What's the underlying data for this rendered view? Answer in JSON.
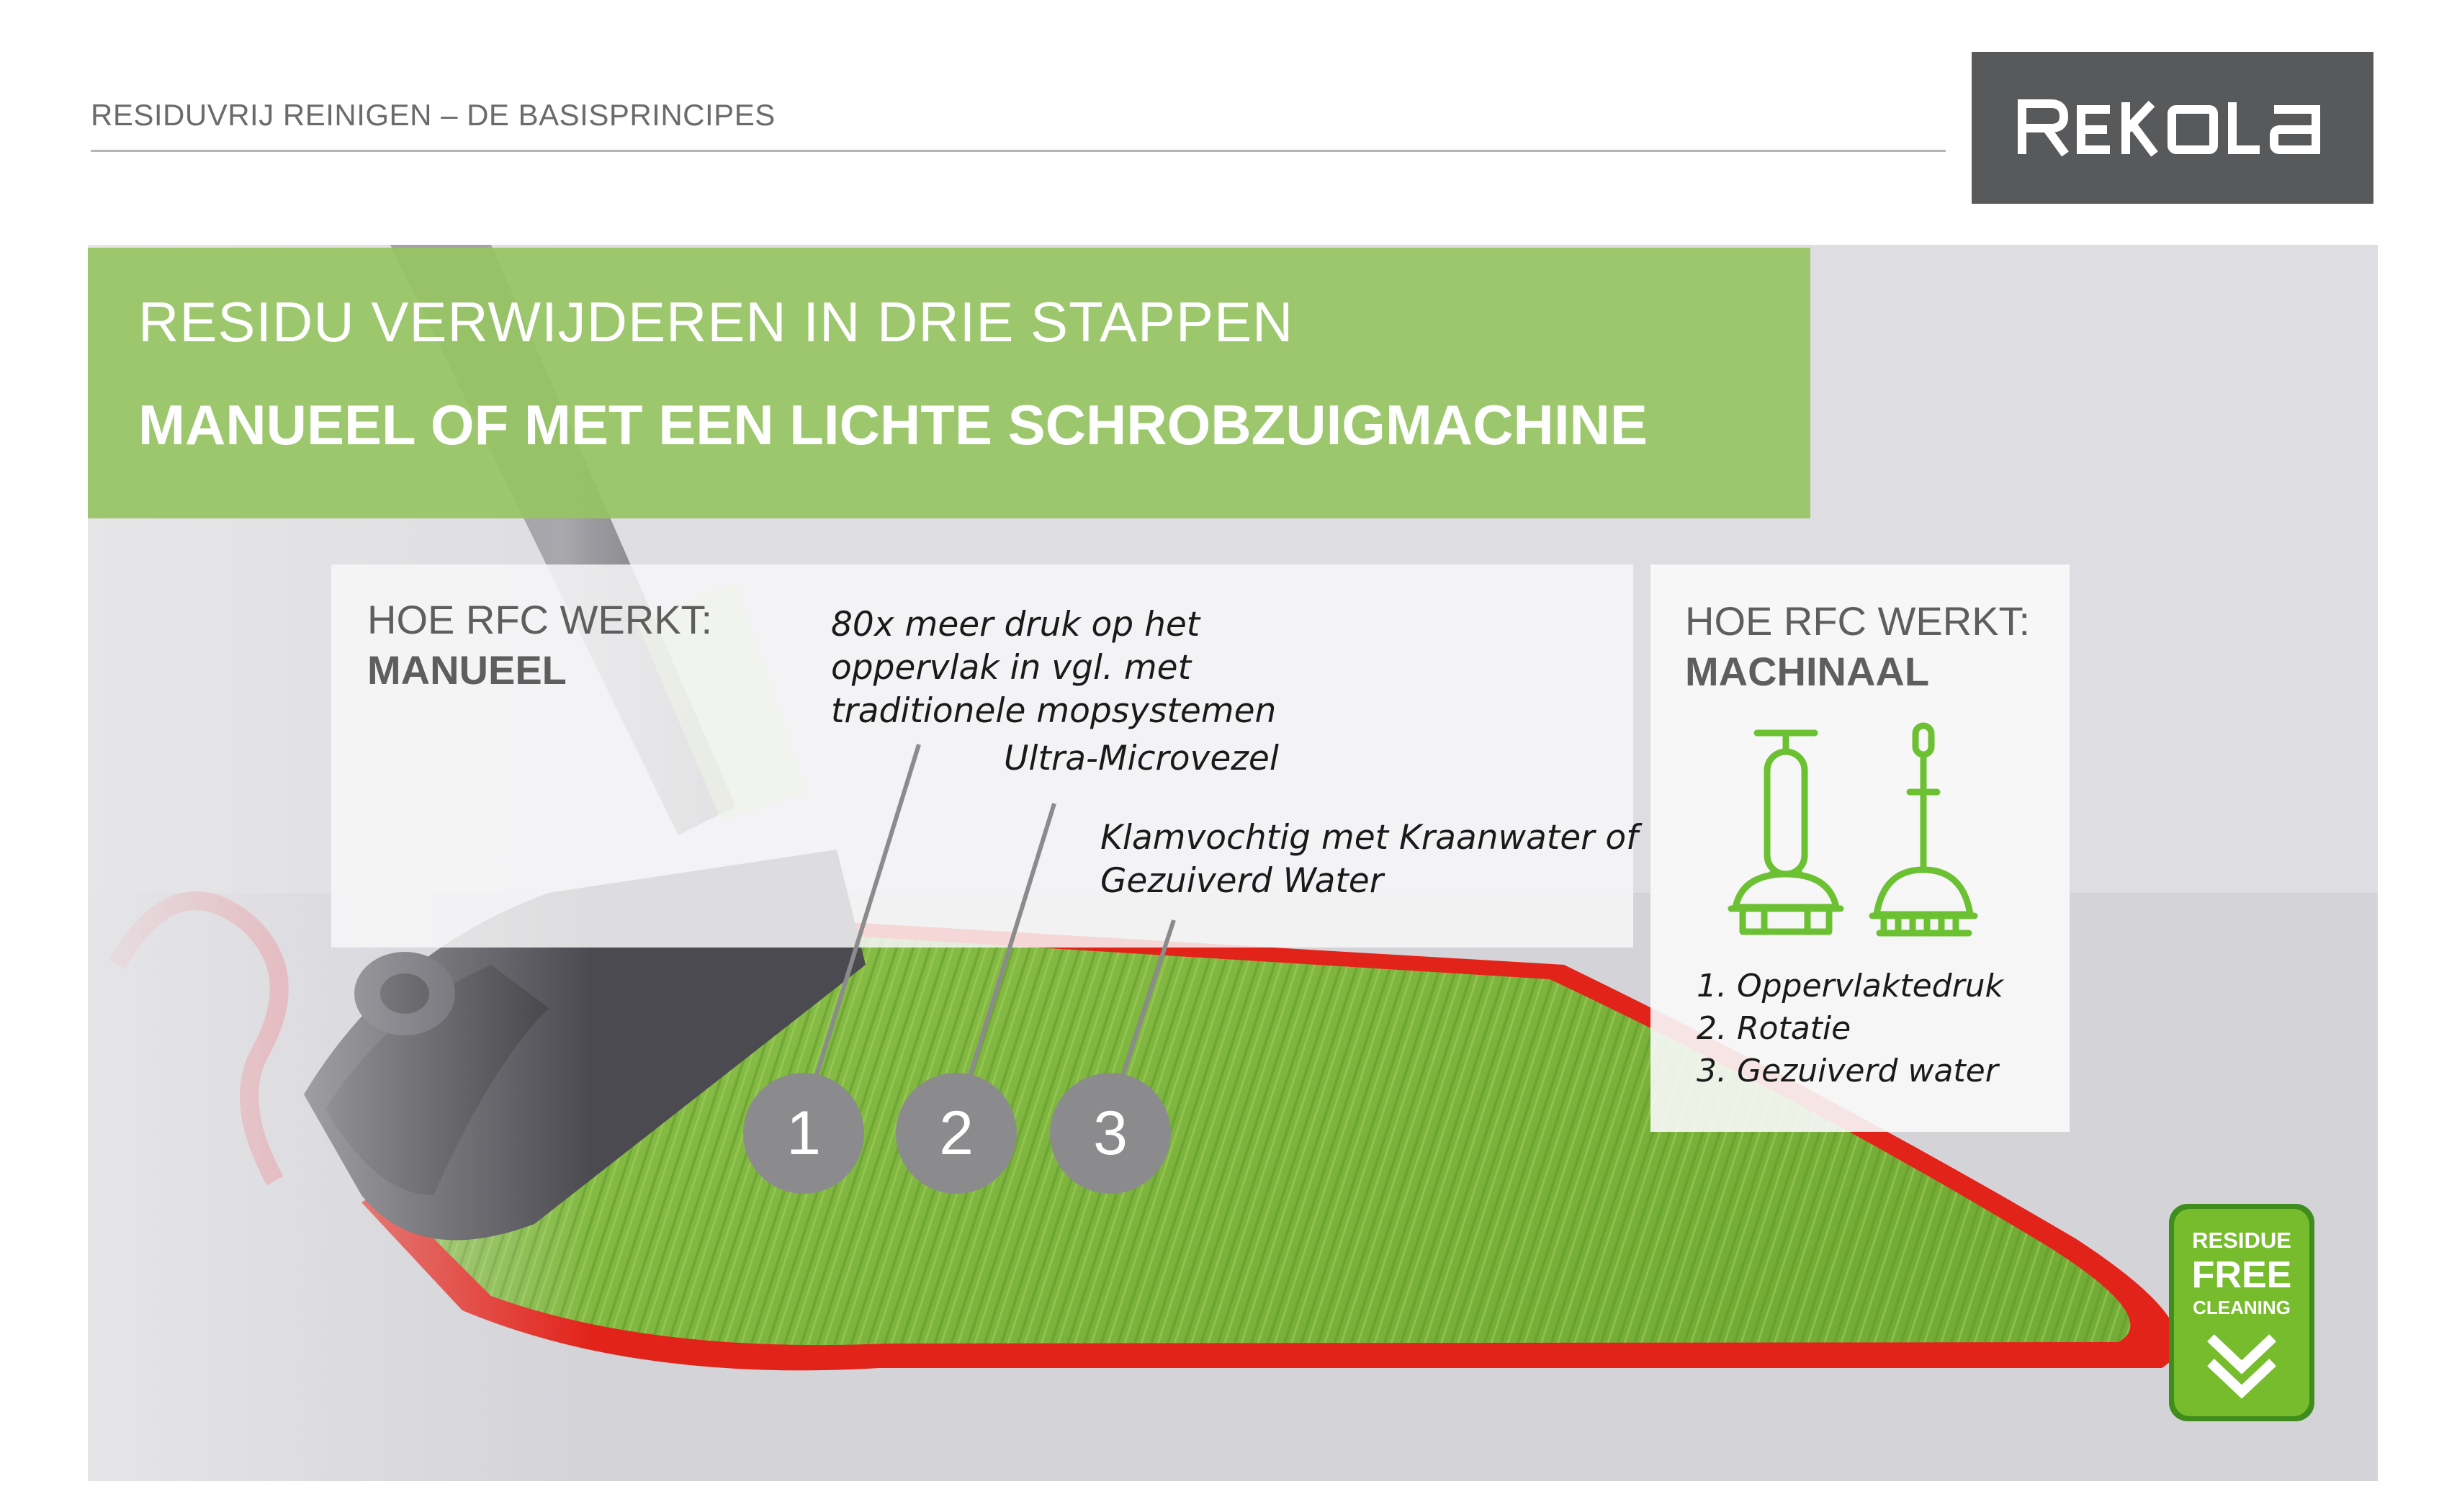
{
  "header": {
    "breadcrumb": "RESIDUVRIJ REINIGEN – DE BASISPRINCIPES",
    "brand": "REKOLA"
  },
  "title": {
    "line1": "RESIDU VERWIJDEREN IN DRIE STAPPEN",
    "line2": "MANUEEL OF MET EEN LICHTE SCHROBZUIGMACHINE"
  },
  "manual_panel": {
    "kicker": "HOE RFC WERKT:",
    "heading": "MANUEEL",
    "notes": [
      "80x meer druk op het oppervlak in vgl. met traditionele mopsystemen",
      "Ultra-Microvezel",
      "Klamvochtig met Kraanwater of Gezuiverd Water"
    ],
    "steps": [
      "1",
      "2",
      "3"
    ]
  },
  "machine_panel": {
    "kicker": "HOE RFC WERKT:",
    "heading": "MACHINAAL",
    "icons": [
      "floor-polisher-icon",
      "brush-icon"
    ],
    "list": [
      "1. Oppervlaktedruk",
      "2. Rotatie",
      "3. Gezuiverd water"
    ]
  },
  "badge": {
    "line1": "RESIDUE",
    "line2": "FREE",
    "line3": "CLEANING",
    "icon": "double-chevron-down-icon"
  },
  "colors": {
    "accent_green": "#96c462",
    "icon_green": "#6cc133",
    "mop_pad_green": "#7fb540",
    "mop_pad_edge_red": "#e2231a",
    "logo_bg": "#58595b",
    "step_circle": "#8b8b8d"
  }
}
